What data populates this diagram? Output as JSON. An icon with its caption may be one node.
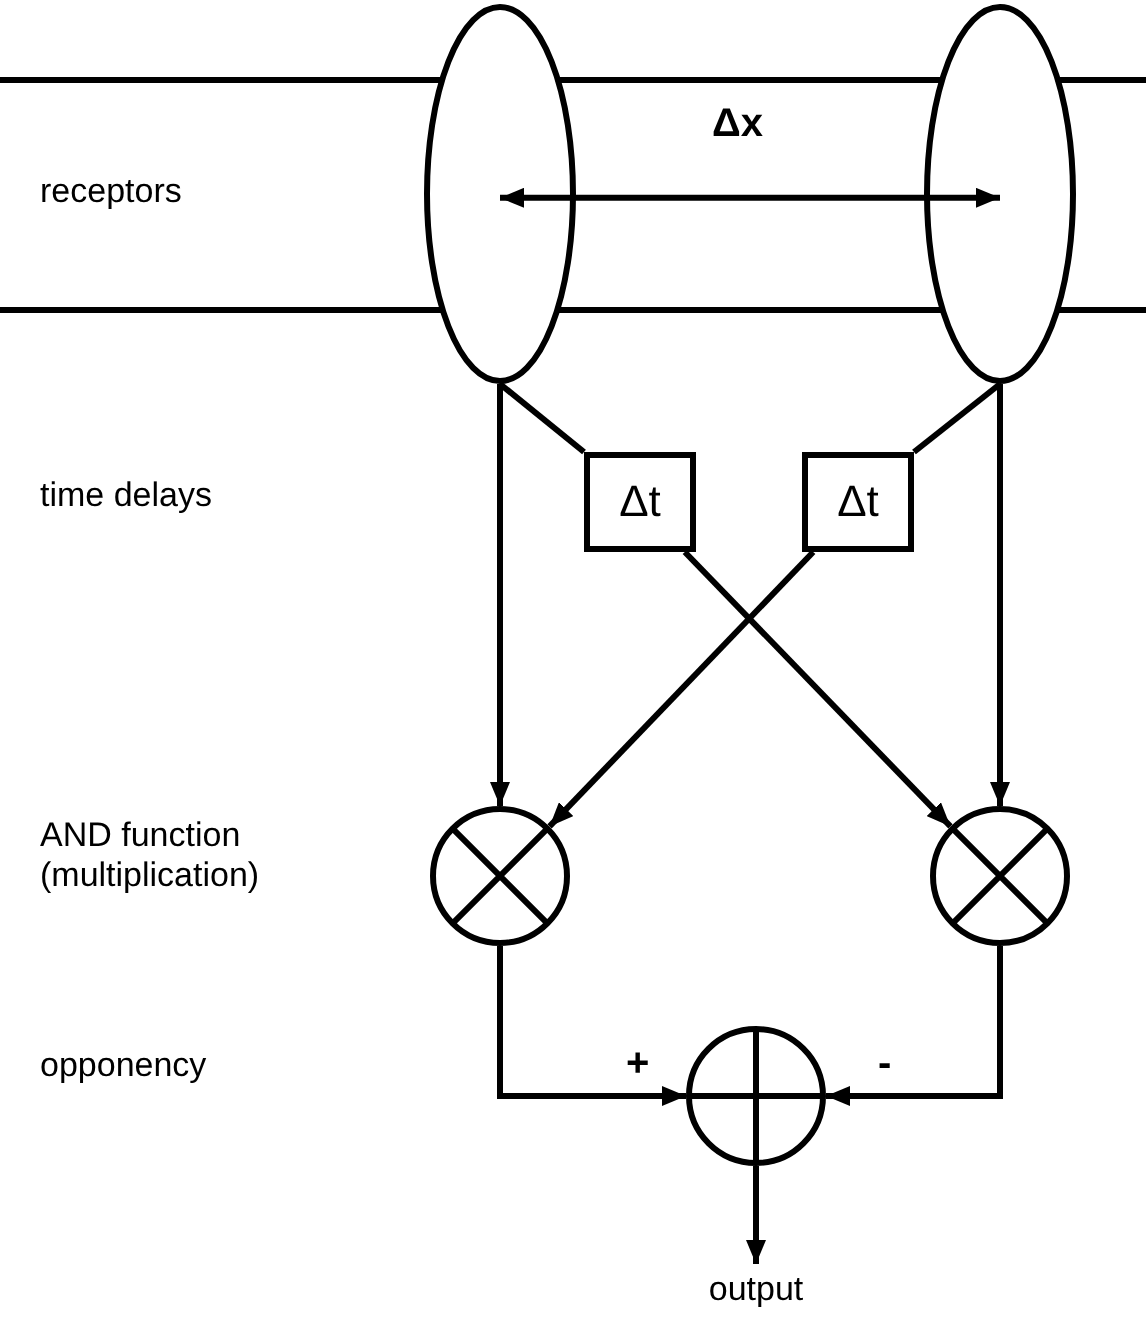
{
  "diagram": {
    "nodes": [
      {
        "text": [],
        "shape": "ellipse"
      },
      {
        "text": [],
        "shape": "ellipse"
      },
      {
        "text": [
          "Δt"
        ]
      },
      {
        "text": [
          "Δt"
        ]
      },
      {
        "text": [],
        "shape": "multiplier"
      },
      {
        "text": [],
        "shape": "multiplier"
      },
      {
        "text": [],
        "shape": "summer"
      },
      {
        "text": [
          "output"
        ]
      }
    ],
    "edges": [
      {
        "from": 0,
        "to": 4,
        "arrow": "to"
      },
      {
        "from": 0,
        "to": 2,
        "arrow": "none"
      },
      {
        "from": 1,
        "to": 3,
        "arrow": "none"
      },
      {
        "from": 1,
        "to": 5,
        "arrow": "to"
      },
      {
        "from": 2,
        "to": 5,
        "arrow": "to"
      },
      {
        "from": 3,
        "to": 4,
        "arrow": "to"
      },
      {
        "from": 4,
        "to": 6,
        "arrow": "to",
        "label": "+"
      },
      {
        "from": 5,
        "to": 6,
        "arrow": "to",
        "label": "-"
      },
      {
        "from": 6,
        "to": 7,
        "arrow": "to"
      },
      {
        "from": 0,
        "to": 1,
        "arrow": "both",
        "label": "Δx"
      }
    ],
    "labels": [
      "receptors",
      "time delays",
      "AND function (multiplication)",
      "opponency"
    ]
  }
}
